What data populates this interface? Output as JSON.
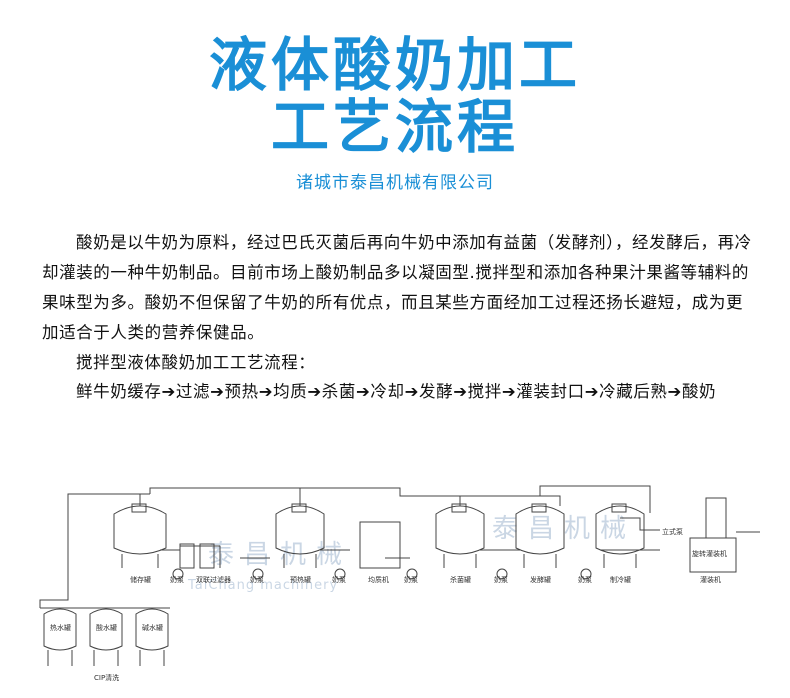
{
  "title_line1": "液体酸奶加工",
  "title_line2": "工艺流程",
  "company": "诸城市泰昌机械有限公司",
  "intro": "酸奶是以牛奶为原料，经过巴氏灭菌后再向牛奶中添加有益菌（发酵剂），经发酵后，再冷却灌装的一种牛奶制品。目前市场上酸奶制品多以凝固型.搅拌型和添加各种果汁果酱等辅料的果味型为多。酸奶不但保留了牛奶的所有优点，而且某些方面经加工过程还扬长避短，成为更加适合于人类的营养保健品。",
  "process_heading": "搅拌型液体酸奶加工工艺流程：",
  "process_flow": "鲜牛奶缓存➔过滤➔预热➔均质➔杀菌➔冷却➔发酵➔搅拌➔灌装封口➔冷藏后熟➔酸奶",
  "diagram": {
    "labels": {
      "storage_tank": "储存罐",
      "pump1": "奶泵",
      "dual_filter": "双联过滤器",
      "pump2": "奶泵",
      "preheat_tank": "预热罐",
      "pump3": "奶泵",
      "homogenizer": "均质机",
      "pump4": "奶泵",
      "sterilize_tank": "杀菌罐",
      "pump5": "奶泵",
      "ferment_tank": "发酵罐",
      "pump6": "奶泵",
      "cold_tank": "制冷罐",
      "filler_machine": "旋转灌装机",
      "filler": "灌装机",
      "hot_water_tank": "热水罐",
      "acid_tank": "酸水罐",
      "alkali_tank": "碱水罐",
      "cip": "CIP清洗",
      "small_label": "立式泵"
    },
    "watermark_cn": "泰昌机械",
    "watermark_en": "TaiChang machinery"
  },
  "colors": {
    "accent": "#1a8fd6"
  }
}
